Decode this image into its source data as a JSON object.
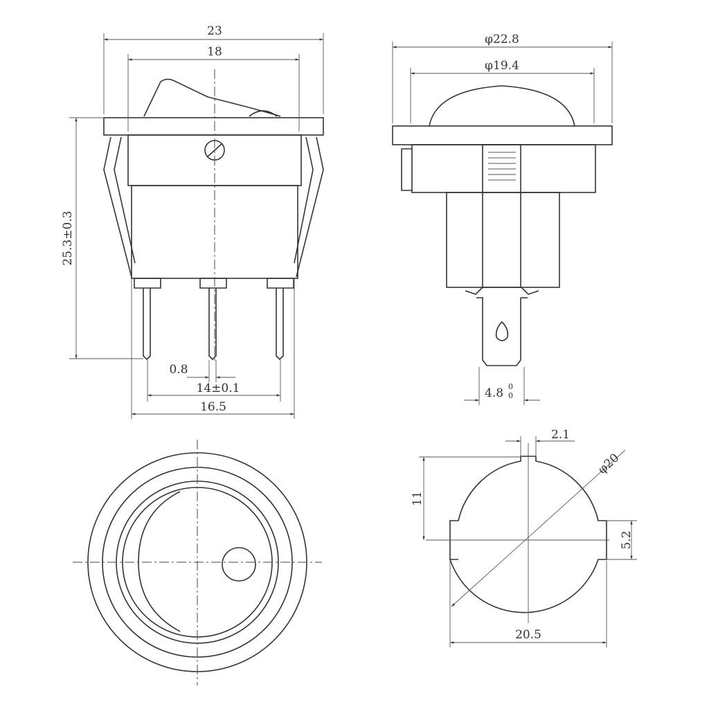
{
  "title": "Round rocker switch dimensional drawing",
  "side_view": {
    "dim_overall_width": "23",
    "dim_body_width": "18",
    "dim_height": "25.3±0.3",
    "dim_terminal_thickness": "0.8",
    "dim_terminal_pitch": "14±0.1",
    "dim_base_width": "16.5"
  },
  "end_view": {
    "dim_flange_dia": "φ22.8",
    "dim_dome_dia": "φ19.4",
    "dim_terminal_width": "4.8",
    "dim_terminal_tol_upper": "0",
    "dim_terminal_tol_lower": "0"
  },
  "cutout": {
    "dim_key_width": "2.1",
    "dim_diameter": "φ20",
    "dim_key_height": "11",
    "dim_flat_height": "5.2",
    "dim_flat_width": "20.5"
  }
}
